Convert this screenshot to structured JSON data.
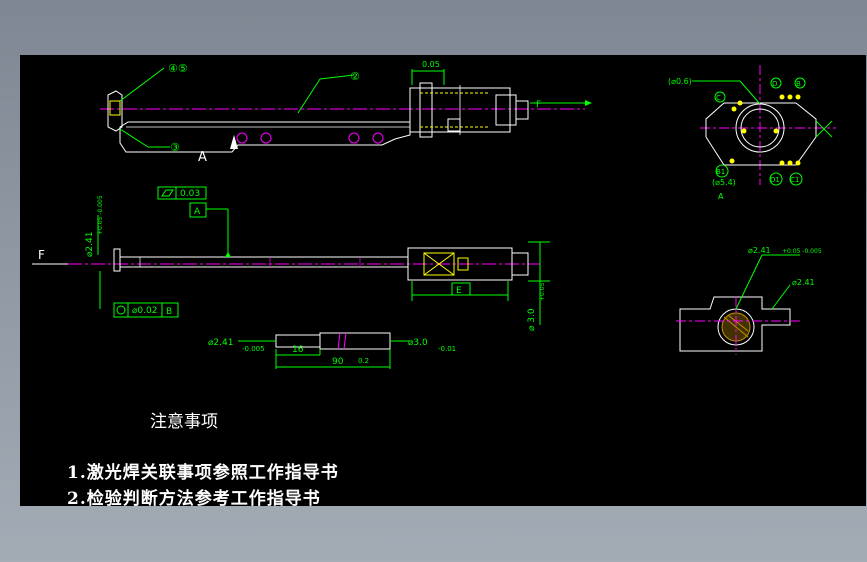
{
  "balloons": {
    "b45": "④⑤",
    "b2": "②",
    "b3": "③"
  },
  "labels": {
    "view_a": "A",
    "dir_f": "F",
    "dir_f_left": "F",
    "datum_a": "A",
    "datum_b": "B",
    "datum_e": "E",
    "small_a": "A"
  },
  "dims": {
    "top_005": "0.05",
    "flatness_val": "0.03",
    "circ_runout_val": "⌀0.02",
    "dia_24_left": "⌀2.41",
    "dia_24_tol": "+0.05 -0.005",
    "dia_241_shaft": "⌀2.41",
    "dia_241_shaft_tol": "-0.005",
    "len_16": "16",
    "len_90": "90",
    "tol_02": "0.2",
    "dia_30": "⌀3.0",
    "dia_30_tol": "-0.01",
    "d30_vert": "⌀ 3.0",
    "d30_vert_tol": "+0.05",
    "right_dia_a": "⌀2.41",
    "right_dia_a_tol": "+0.05 -0.005",
    "right_dia_b": "⌀2.41",
    "phi06": "(⌀0.6)",
    "phi54": "(⌀5.4)"
  },
  "markers": {
    "C": "C",
    "D": "D",
    "B": "B",
    "B1": "B1",
    "D1": "D1",
    "C1": "C1"
  },
  "notes": {
    "title": "注意事项",
    "item1": "1.激光焊关联事项参照工作指导书",
    "item2": "2.检验判断方法参考工作指导书"
  },
  "colors": {
    "background": "#000000",
    "outline": "#ffffff",
    "center": "#ff00ff",
    "dimension": "#00ff00",
    "accent": "#ffff00"
  }
}
